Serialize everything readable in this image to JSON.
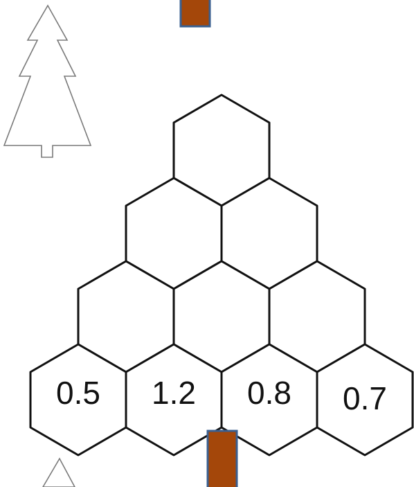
{
  "pyramid": {
    "rows": [
      {
        "cells": [
          "",
          "",
          "",
          ""
        ]
      },
      {
        "cells": [
          "",
          "",
          ""
        ]
      },
      {
        "cells": [
          "",
          ""
        ]
      },
      {
        "cells": [
          ""
        ]
      }
    ],
    "bottom_values": [
      "0.5",
      "1.2",
      "0.8",
      "0.7"
    ]
  },
  "decorations": {
    "tree_icon": "pine-tree-outline-icon",
    "trunk_color": "#a4470a",
    "trunk_border_color": "#3a5f8f"
  }
}
